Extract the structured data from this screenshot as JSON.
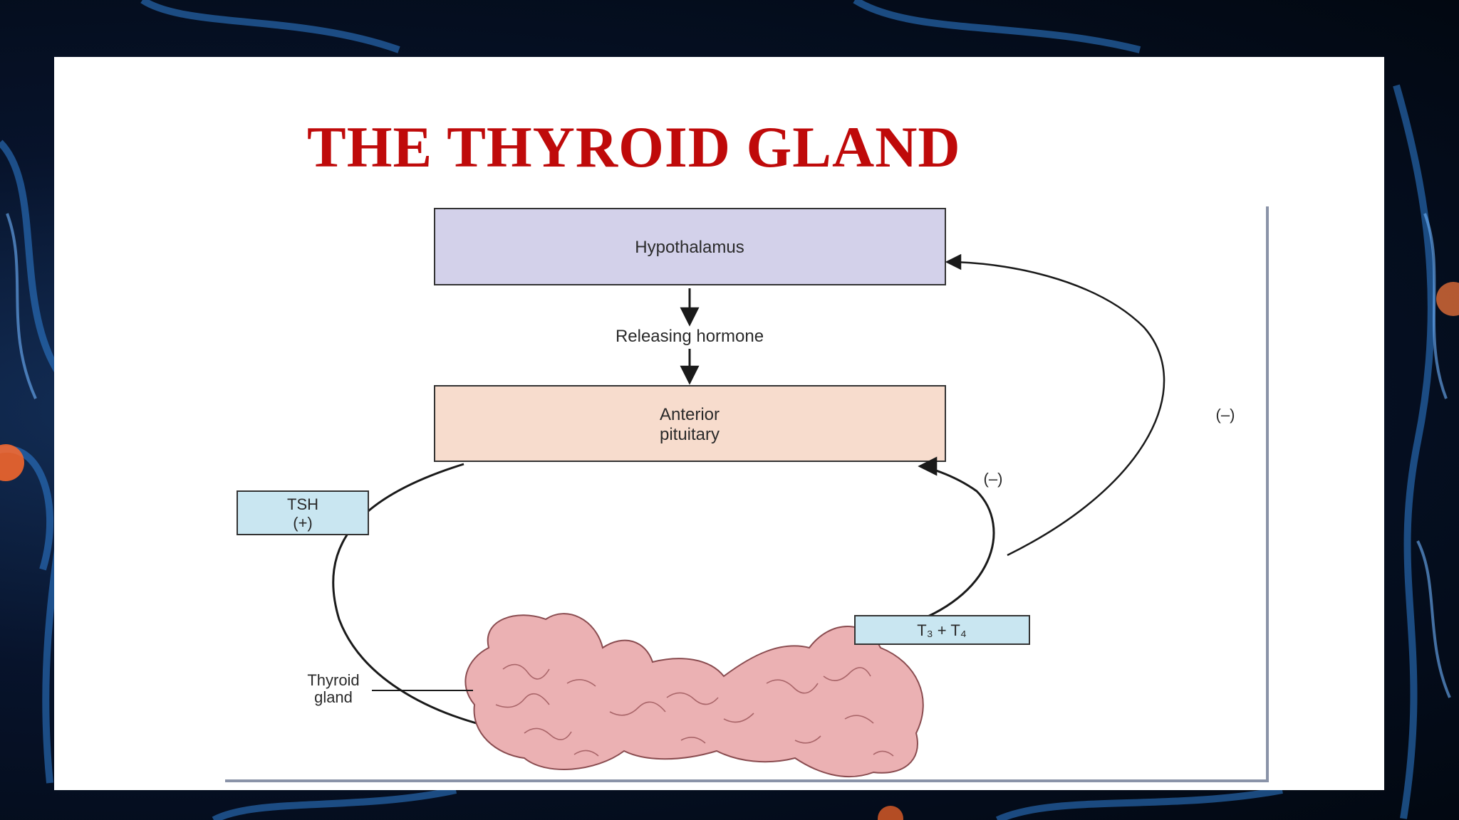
{
  "slide": {
    "title": "THE THYROID GLAND"
  },
  "diagram": {
    "hypothalamus": "Hypothalamus",
    "releasing_hormone": "Releasing hormone",
    "anterior_pituitary_line1": "Anterior",
    "anterior_pituitary_line2": "pituitary",
    "tsh_line1": "TSH",
    "tsh_line2": "(+)",
    "t3_t4": "T₃ + T₄",
    "thyroid_gland_line1": "Thyroid",
    "thyroid_gland_line2": "gland",
    "feedback_long": "(–)",
    "feedback_short": "(–)"
  },
  "colors": {
    "title": "#bf0a0a",
    "hypothalamus_fill": "#d3d1ea",
    "pituitary_fill": "#f7dccd",
    "label_box_fill": "#c9e6f1",
    "gland_fill": "#ebb1b3"
  }
}
